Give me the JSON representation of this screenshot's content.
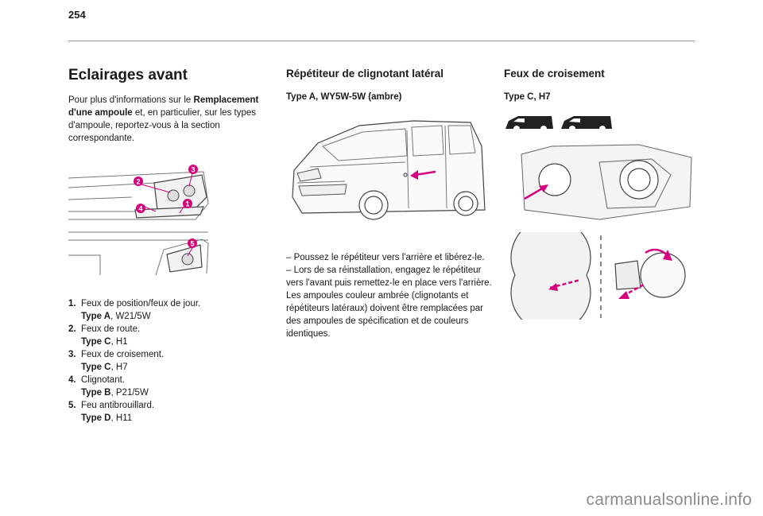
{
  "page": {
    "number": "254",
    "watermark": "carmanualsonline.info"
  },
  "col1": {
    "title": "Eclairages avant",
    "intro_pre": "Pour plus d'informations sur le ",
    "intro_bold": "Remplacement d'une ampoule",
    "intro_post": " et, en particulier, sur les types d'ampoule, reportez-vous à la section correspondante.",
    "callouts": [
      "1",
      "2",
      "3",
      "4",
      "5"
    ],
    "items": [
      {
        "num": "1.",
        "label": "Feux de position/feux de jour.",
        "type": "Type A",
        "bulb": ", W21/5W"
      },
      {
        "num": "2.",
        "label": "Feux de route.",
        "type": "Type C",
        "bulb": ", H1"
      },
      {
        "num": "3.",
        "label": "Feux de croisement.",
        "type": "Type C",
        "bulb": ", H7"
      },
      {
        "num": "4.",
        "label": "Clignotant.",
        "type": "Type B",
        "bulb": ", P21/5W"
      },
      {
        "num": "5.",
        "label": "Feu antibrouillard.",
        "type": "Type D",
        "bulb": ", H11"
      }
    ]
  },
  "col2": {
    "title": "Répétiteur de clignotant latéral",
    "subtitle": "Type A, WY5W-5W (ambre)",
    "steps": [
      "– Poussez le répétiteur vers l'arrière et libérez-le.",
      "– Lors de sa réinstallation, engagez le répétiteur vers l'avant puis remettez-le en place vers l'arrière."
    ],
    "note": "Les ampoules couleur ambrée (clignotants et répétiteurs latéraux) doivent être remplacées par des ampoules de spécification et de couleurs identiques."
  },
  "col3": {
    "title": "Feux de croisement",
    "subtitle": "Type C, H7"
  },
  "colors": {
    "accent": "#d6007e",
    "line": "#555555"
  }
}
